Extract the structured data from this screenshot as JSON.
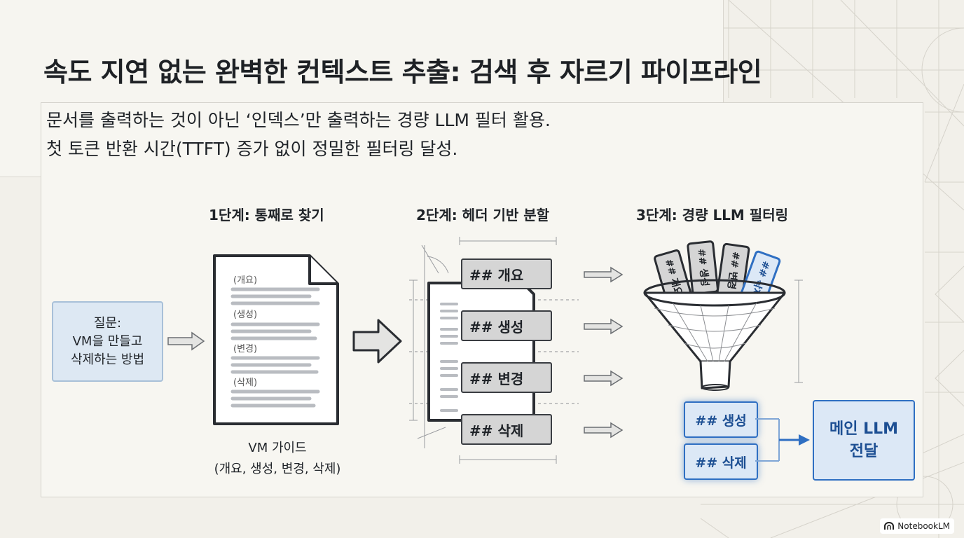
{
  "title": "속도 지연 없는 완벽한 컨텍스트 추출: 검색 후 자르기 파이프라인",
  "subtitle_lines": [
    "문서를 출력하는 것이 아닌 ‘인덱스’만 출력하는 경량 LLM 필터 활용.",
    "첫 토큰 반환 시간(TTFT) 증가 없이 정밀한 필터링 달성."
  ],
  "stages": [
    {
      "title": "1단계: 통째로 찾기"
    },
    {
      "title": "2단계: 헤더 기반 분할"
    },
    {
      "title": "3단계: 경량 LLM 필터링"
    }
  ],
  "question": {
    "lines": [
      "질문:",
      "VM을 만들고",
      "삭제하는 방법"
    ]
  },
  "document": {
    "section_labels": [
      "(개요)",
      "(생성)",
      "(변경)",
      "(삭제)"
    ],
    "caption_lines": [
      "VM 가이드",
      "(개요, 생성, 변경, 삭제)"
    ]
  },
  "chunks": [
    "## 개요",
    "## 생성",
    "## 변경",
    "## 삭제"
  ],
  "funnel_tags": [
    "## 개요",
    "## 생성",
    "## 변경",
    "## 삭제"
  ],
  "selected_chunks": [
    "## 생성",
    "## 삭제"
  ],
  "main_llm": {
    "lines": [
      "메인 LLM",
      "전달"
    ]
  },
  "branding": {
    "label": "NotebookLM"
  },
  "colors": {
    "accent": "#2f6fc2",
    "accent_fill": "#dce8f6",
    "question_fill": "#dde8f3"
  },
  "icons": [
    "document-icon",
    "arrow-right-icon",
    "funnel-icon",
    "notebooklm-logo-icon"
  ]
}
